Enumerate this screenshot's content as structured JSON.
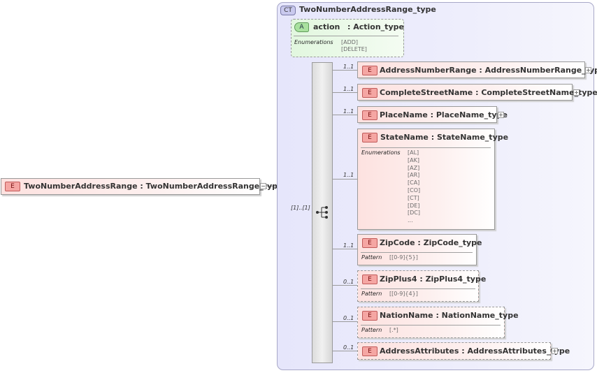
{
  "root": {
    "badge": "E",
    "name": "TwoNumberAddressRange",
    "type": "TwoNumberAddressRange_type"
  },
  "complex_type": {
    "badge": "CT",
    "name": "TwoNumberAddressRange_type"
  },
  "attribute": {
    "badge": "A",
    "name": "action",
    "type": "Action_type",
    "facet_label": "Enumerations",
    "values": [
      "[ADD]",
      "[DELETE]"
    ]
  },
  "sequence": {
    "cardinality": "[1]..[1]",
    "icon": "sequence-compositor-icon"
  },
  "elements": [
    {
      "badge": "E",
      "name": "AddressNumberRange",
      "type": "AddressNumberRange_type",
      "cardinality": "1..1"
    },
    {
      "badge": "E",
      "name": "CompleteStreetName",
      "type": "CompleteStreetName_type",
      "cardinality": "1..1"
    },
    {
      "badge": "E",
      "name": "PlaceName",
      "type": "PlaceName_type",
      "cardinality": "1..1"
    },
    {
      "badge": "E",
      "name": "StateName",
      "type": "StateName_type",
      "cardinality": "1..1",
      "facet_label": "Enumerations",
      "values": [
        "[AL]",
        "[AK]",
        "[AZ]",
        "[AR]",
        "[CA]",
        "[CO]",
        "[CT]",
        "[DE]",
        "[DC]",
        "..."
      ]
    },
    {
      "badge": "E",
      "name": "ZipCode",
      "type": "ZipCode_type",
      "cardinality": "1..1",
      "facet_label": "Pattern",
      "values": [
        "[[0-9]{5}]"
      ]
    },
    {
      "badge": "E",
      "name": "ZipPlus4",
      "type": "ZipPlus4_type",
      "cardinality": "0..1",
      "facet_label": "Pattern",
      "values": [
        "[[0-9]{4}]"
      ]
    },
    {
      "badge": "E",
      "name": "NationName",
      "type": "NationName_type",
      "cardinality": "0..1",
      "facet_label": "Pattern",
      "values": [
        "[.*]"
      ]
    },
    {
      "badge": "E",
      "name": "AddressAttributes",
      "type": "AddressAttributes_type",
      "cardinality": "0..1"
    }
  ]
}
